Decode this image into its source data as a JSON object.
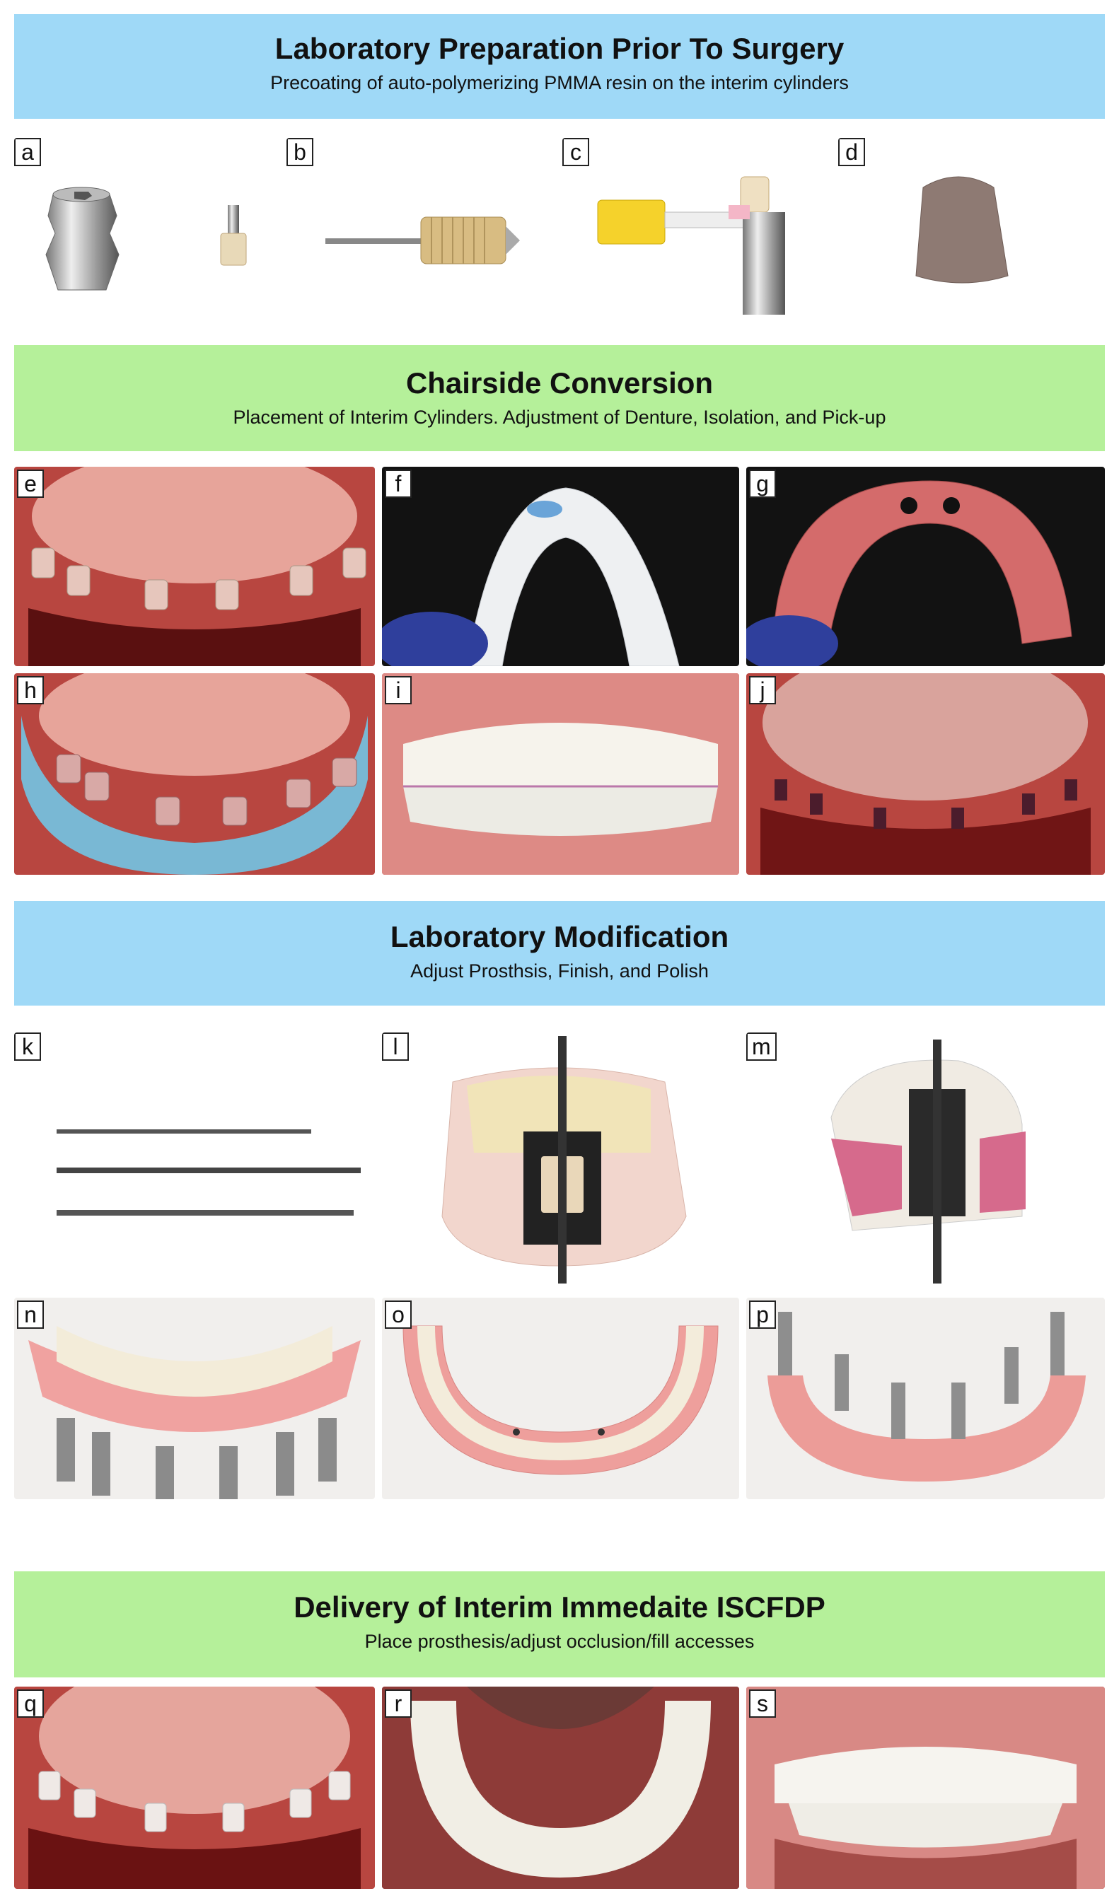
{
  "sections": [
    {
      "title": "Laboratory Preparation Prior To Surgery",
      "subtitle": "Precoating of auto-polymerizing PMMA resin on the interim cylinders",
      "color": "#9fd9f7"
    },
    {
      "title": "Chairside Conversion",
      "subtitle": "Placement of Interim Cylinders. Adjustment of Denture, Isolation, and Pick-up",
      "color": "#b5f09a"
    },
    {
      "title": "Laboratory Modification",
      "subtitle": "Adjust Prosthsis, Finish, and Polish",
      "color": "#9fd9f7"
    },
    {
      "title": "Delivery of Interim Immedaite ISCFDP",
      "subtitle": "Place prosthesis/adjust occlusion/fill accesses",
      "color": "#b5f09a"
    }
  ],
  "panels": {
    "a": "a",
    "b": "b",
    "c": "c",
    "d": "d",
    "e": "e",
    "f": "f",
    "g": "g",
    "h": "h",
    "i": "i",
    "j": "j",
    "k": "k",
    "l": "l",
    "m": "m",
    "n": "n",
    "o": "o",
    "p": "p",
    "q": "q",
    "r": "r",
    "s": "s"
  }
}
